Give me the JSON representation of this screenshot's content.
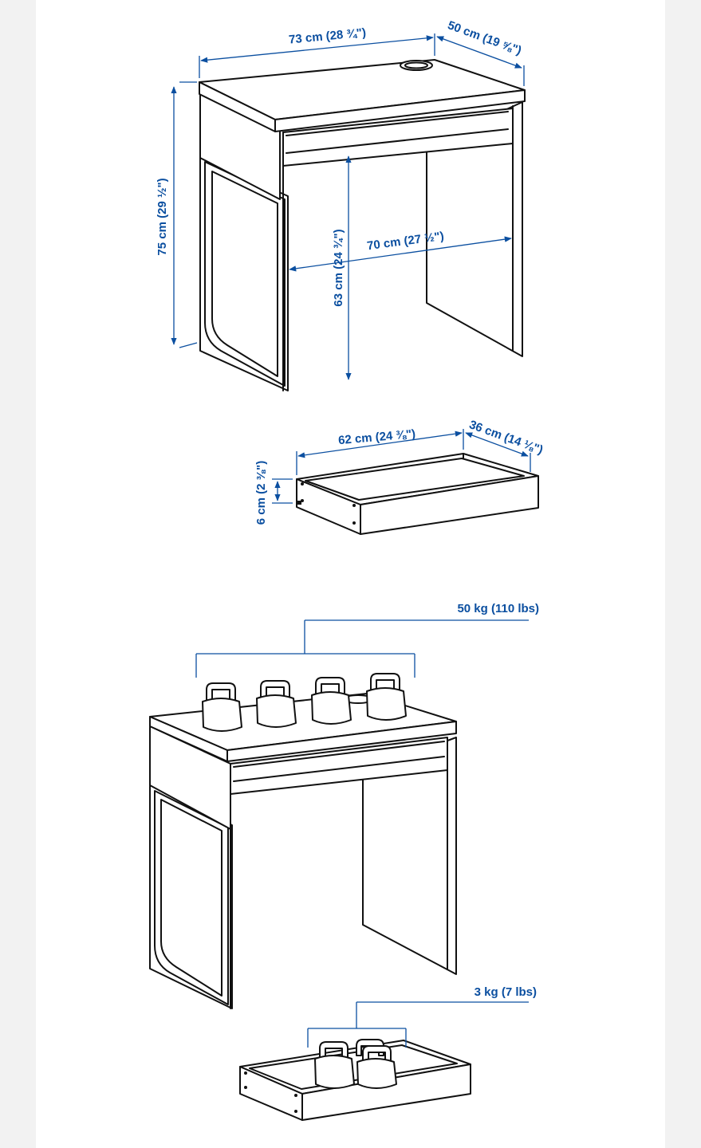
{
  "dimensions": {
    "desk_width": "73 cm (28 ¾\")",
    "desk_depth": "50 cm (19 ⅝\")",
    "desk_height": "75 cm (29 ½\")",
    "clearance_height": "63 cm (24 ¾\")",
    "clearance_width": "70 cm (27 ½\")",
    "drawer_width": "62 cm (24 ⅜\")",
    "drawer_depth": "36 cm (14 ⅛\")",
    "drawer_height": "6 cm (2 ⅜\")"
  },
  "loads": {
    "desk_top": "50 kg (110 lbs)",
    "drawer": "3 kg (7 lbs)"
  },
  "colors": {
    "dimension_blue": "#0b4fa0",
    "line_black": "#111111",
    "background": "#ffffff",
    "margin_gray": "#f2f2f2"
  }
}
